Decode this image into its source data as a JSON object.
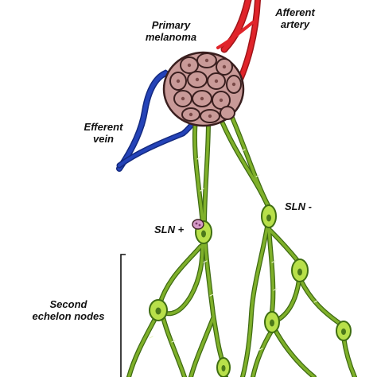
{
  "labels": {
    "primary_line1": "Primary",
    "primary_line2": "melanoma",
    "afferent_line1": "Afferent",
    "afferent_line2": "artery",
    "efferent_line1": "Efferent",
    "efferent_line2": "vein",
    "sln_pos": "SLN +",
    "sln_neg": "SLN -",
    "second_line1": "Second",
    "second_line2": "echelon nodes"
  },
  "colors": {
    "artery": "#e0242a",
    "artery_dark": "#9e1418",
    "vein": "#2443b8",
    "vein_dark": "#142a80",
    "lymph_vessel": "#7fb02a",
    "lymph_vessel_dark": "#3e6a12",
    "node_fill": "#b8e04a",
    "node_edge": "#3f6e12",
    "node_core": "#4d7a1a",
    "tumor_fill": "#c99a98",
    "tumor_edge": "#3a1f1f",
    "metastasis": "#d69ac8"
  }
}
